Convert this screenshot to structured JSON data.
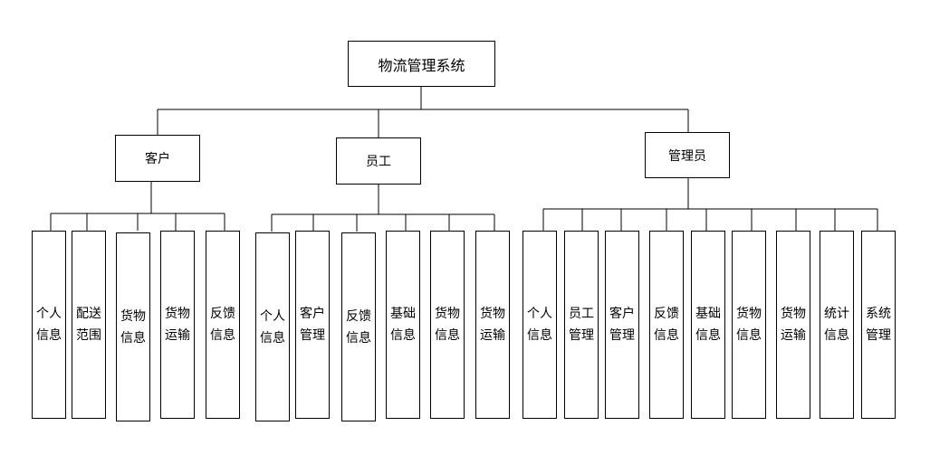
{
  "root": {
    "label": "物流管理系统"
  },
  "groups": [
    {
      "label": "客户",
      "children": [
        "个人\n信息",
        "配送\n范围",
        "货物\n信息",
        "货物\n运输",
        "反馈\n信息"
      ]
    },
    {
      "label": "员工",
      "children": [
        "个人\n信息",
        "客户\n管理",
        "反馈\n信息",
        "基础\n信息",
        "货物\n信息",
        "货物\n运输"
      ]
    },
    {
      "label": "管理员",
      "children": [
        "个人\n信息",
        "员工\n管理",
        "客户\n管理",
        "反馈\n信息",
        "基础\n信息",
        "货物\n信息",
        "货物\n运输",
        "统计\n信息",
        "系统\n管理"
      ]
    }
  ]
}
